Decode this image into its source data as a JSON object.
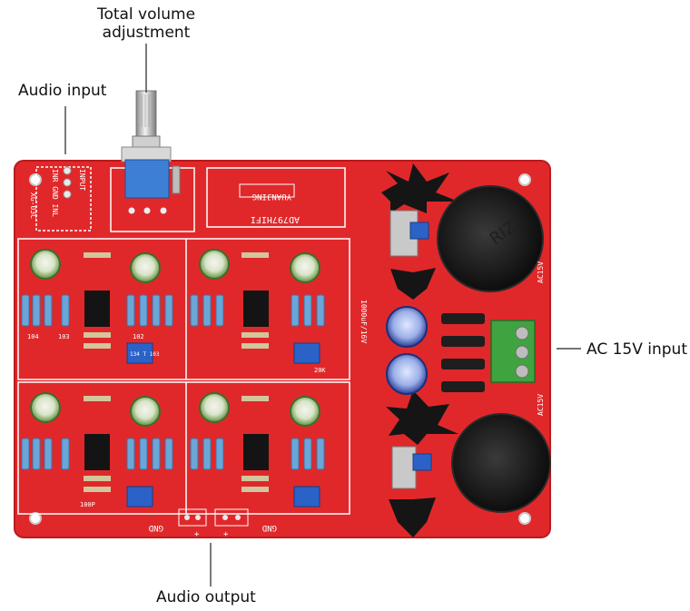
{
  "callouts": {
    "volume_line1": "Total volume",
    "volume_line2": "adjustment",
    "audio_input": "Audio input",
    "ac_input": "AC 15V input",
    "audio_output": "Audio output"
  },
  "board": {
    "brand": "YUANJING",
    "model": "AD797HIFI",
    "input_header": "INPUT",
    "input_pins": "INR GND INL",
    "board_code": "XG-03C",
    "cap_marking": "1000uF/16V",
    "ac_label_top": "AC15V",
    "ac_label_bottom": "AC15V",
    "gnd_left": "GND",
    "gnd_right": "GND",
    "plus_sign": "+",
    "res_code_a": "104",
    "res_code_b": "103",
    "res_code_c": "102",
    "cap_code": "100P",
    "pot_label": "134 T 103",
    "pot_value": "20K",
    "big_cap_mark": "RIZ"
  },
  "colors": {
    "pcb": "#e0282a",
    "pcb_dark": "#b81b1e",
    "silkscreen": "#ffffff",
    "terminal_green": "#3fa33f",
    "trimmer_blue": "#2a62c8",
    "resistor_blue": "#6aa6d8",
    "heatsink": "#151515"
  }
}
